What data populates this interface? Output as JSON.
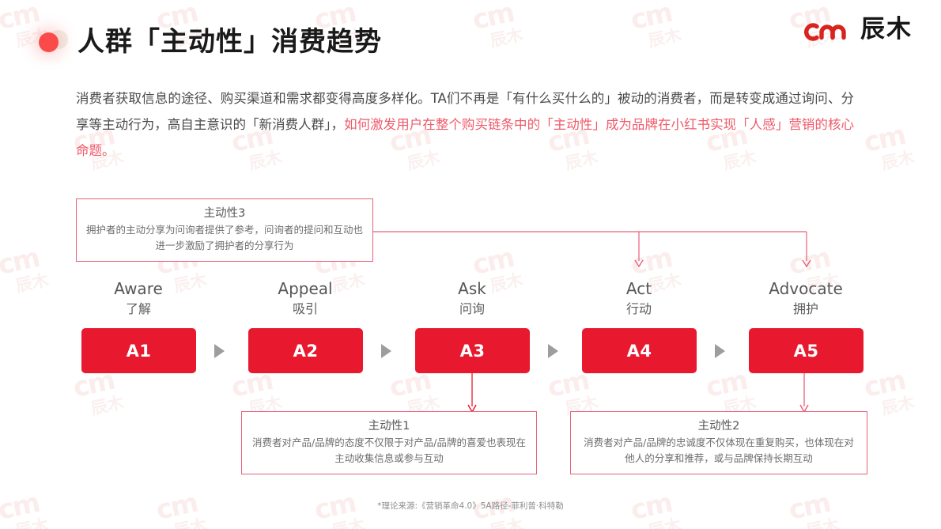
{
  "header": {
    "title": "人群「主动性」消费趋势",
    "bullet_icon": "red-dot-icon",
    "logo": {
      "mark_icon": "cm-logo-icon",
      "mark_text": "cm",
      "text": "辰木",
      "mark_color": "#d9231f"
    }
  },
  "paragraph": {
    "part1": "消费者获取信息的途径、购买渠道和需求都变得高度多样化。TA们不再是「有什么买什么的」被动的消费者，而是转变成通过询问、分享等主动行为，高自主意识的「新消费人群」，",
    "highlight": "如何激发用户在整个购买链条中的「主动性」成为品牌在小红书实现「人感」营销的核心命题。",
    "highlight_color": "#ef5a6a"
  },
  "diagram": {
    "stages": [
      {
        "en": "Aware",
        "cn": "了解",
        "code": "A1"
      },
      {
        "en": "Appeal",
        "cn": "吸引",
        "code": "A2"
      },
      {
        "en": "Ask",
        "cn": "问询",
        "code": "A3"
      },
      {
        "en": "Act",
        "cn": "行动",
        "code": "A4"
      },
      {
        "en": "Advocate",
        "cn": "拥护",
        "code": "A5"
      }
    ],
    "box_color": "#e8192f",
    "separator_icon": "triangle-right-icon",
    "callouts": [
      {
        "id": "callout-3",
        "title": "主动性3",
        "body": "拥护者的主动分享为问询者提供了参考，问询者的提问和互动也进一步激励了拥护者的分享行为"
      },
      {
        "id": "callout-1",
        "title": "主动性1",
        "body": "消费者对产品/品牌的态度不仅限于对产品/品牌的喜爱也表现在主动收集信息或参与互动"
      },
      {
        "id": "callout-2",
        "title": "主动性2",
        "body": "消费者对产品/品牌的忠诚度不仅体现在重复购买，也体现在对他人的分享和推荐，或与品牌保持长期互动"
      }
    ],
    "connector_color": "#e8607a"
  },
  "footnote": {
    "text": "*理论来源:《营销革命4.0》5A路径-菲利普·科特勒"
  },
  "watermark": {
    "mark": "cm",
    "text": "辰木"
  }
}
